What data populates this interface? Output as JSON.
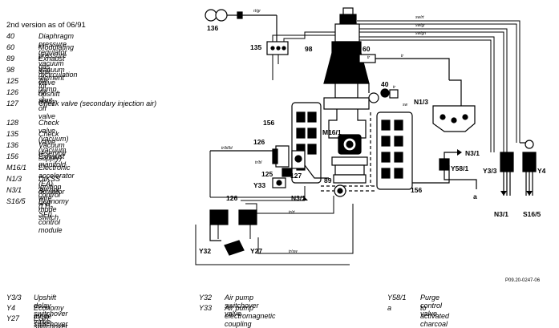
{
  "header": "2nd version as of 06/91",
  "legend": [
    {
      "code": "40",
      "desc": "Diaphragm pressure regulator"
    },
    {
      "code": "60",
      "desc": "Modulating pressure vacuum unit"
    },
    {
      "code": "89",
      "desc": "Exhaust gas recirculation valve"
    },
    {
      "code": "98",
      "desc": "Vacuum element for upshift delay"
    },
    {
      "code": "125",
      "desc": "Air pump"
    },
    {
      "code": "126",
      "desc": "Air shut-off valve"
    },
    {
      "code": "127",
      "desc": "Check valve (secondary injection air)"
    },
    {
      "code": "128",
      "desc": "Check valve (vacuum)"
    },
    {
      "code": "135",
      "desc": "Check valve (vacuum supply)"
    },
    {
      "code": "136",
      "desc": "Vacuum reservoir"
    },
    {
      "code": "156",
      "desc": "Exhaust manifold"
    },
    {
      "code": "M16/1",
      "desc": "Electronic accelerator (EA) actuator"
    },
    {
      "code": "N1/3",
      "desc": "DIKSS ignition control unit"
    },
    {
      "code": "N3/1",
      "desc": "Air hot wire (LH-SFI) control module"
    },
    {
      "code": "S16/5",
      "desc": "Economy mode switch"
    }
  ],
  "bottom_legend": [
    {
      "code": "Y3/3",
      "desc": "Upshift delay switchover valve"
    },
    {
      "code": "Y4",
      "desc": "Economy mode switchover valve"
    },
    {
      "code": "Y27",
      "desc": "EGR switchover valve"
    },
    {
      "code": "Y32",
      "desc": "Air pump switchover valve"
    },
    {
      "code": "Y33",
      "desc": "Air pump electromagnetic coupling"
    },
    {
      "code": "Y58/1",
      "desc": "Purge control valve"
    },
    {
      "code": "a",
      "desc": "to activated charcoal filter"
    }
  ],
  "callouts": {
    "c136": "136",
    "c135": "135",
    "c98": "98",
    "c60": "60",
    "c40": "40",
    "cN13": "N1/3",
    "c156a": "156",
    "cM161": "M16/1",
    "c126a": "126",
    "c125": "125",
    "c127": "127",
    "cY33": "Y33",
    "c89": "89",
    "cN31a": "N3/1",
    "c126b": "126",
    "cY32": "Y32",
    "cY27": "Y27",
    "c156b": "156",
    "cN31b": "N3/1",
    "cY581": "Y58/1",
    "ca": "a",
    "cY33r": "Y3/3",
    "cY4": "Y4",
    "cN31c": "N3/1",
    "cS165": "S16/5"
  },
  "hose_labels": {
    "rt_gr": "rt/gr",
    "sw_rt": "sw/rt",
    "sw_gr": "sw/gr",
    "sw_gn": "sw/gn",
    "tr1": "tr",
    "tr2": "tr",
    "tr3": "tr",
    "sw": "sw",
    "tr_bl_bl": "tr/bl/bl",
    "tr_bl": "tr/bl",
    "tr_rt": "tr/rt",
    "tr_sw": "tr/sw",
    "bl": "bl"
  },
  "reference": "P09.20-0247-06",
  "colors": {
    "ink": "#000000",
    "background": "#ffffff"
  }
}
